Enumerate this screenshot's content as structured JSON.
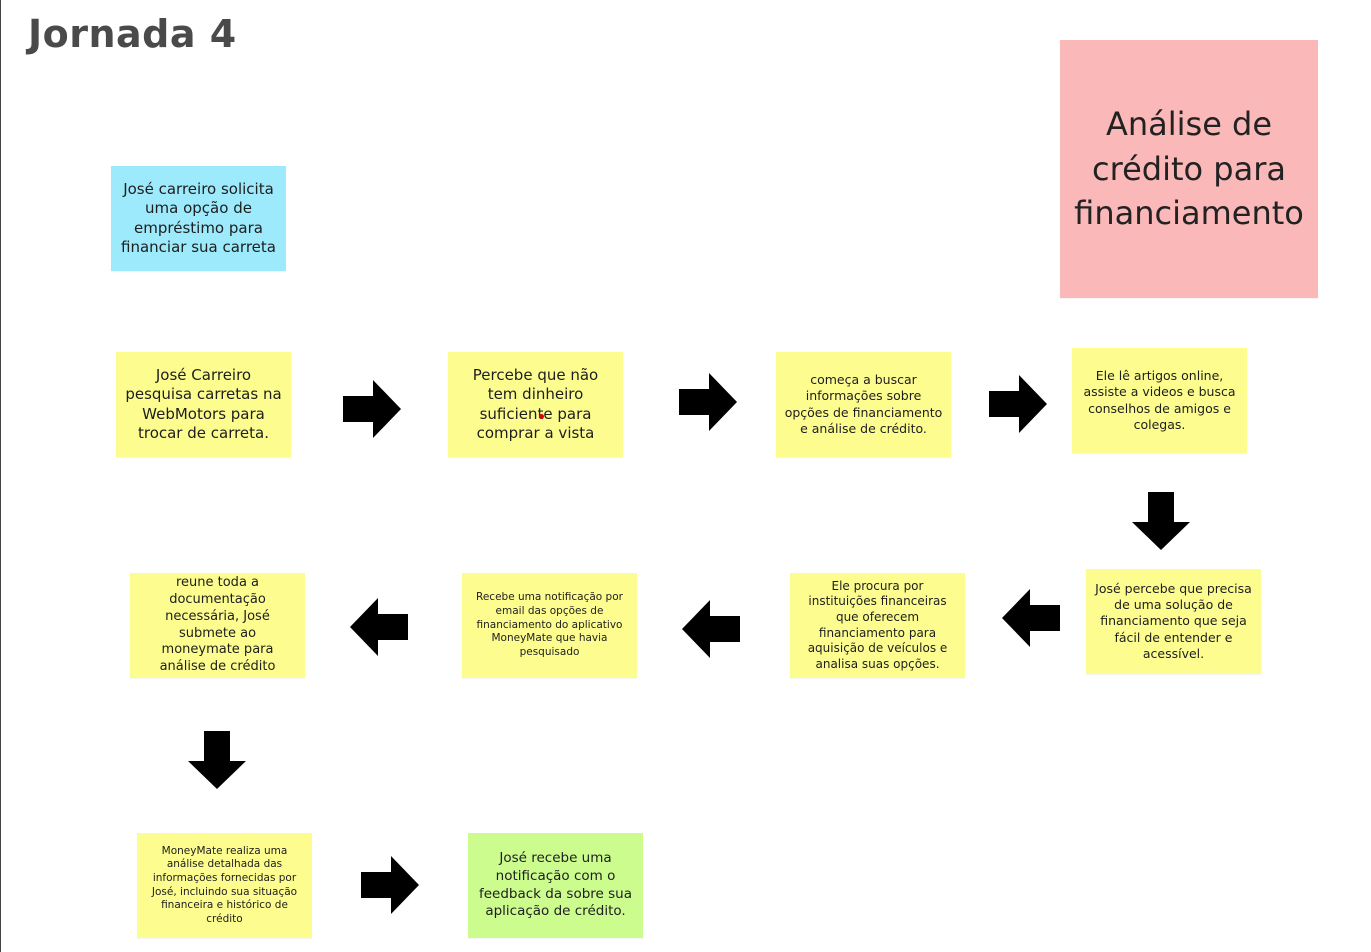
{
  "title": "Jornada 4",
  "colors": {
    "yellow": "#fdfd8f",
    "blue": "#9ceafb",
    "pink": "#fbb8b8",
    "green": "#ccfc8e",
    "arrow": "#000000"
  },
  "header_note": "Análise  de crédito para financiamento",
  "intro_note": "José carreiro solicita uma opção de empréstimo para financiar sua carreta",
  "steps": [
    "José Carreiro pesquisa carretas na WebMotors para trocar de carreta.",
    "Percebe que não tem dinheiro suficiente para comprar a vista",
    "começa a buscar informações sobre opções de financiamento e análise de crédito.",
    "Ele lê artigos online, assiste a videos e busca conselhos de amigos e colegas.",
    "José percebe que precisa de uma solução de financiamento que seja fácil de entender e acessível.",
    "Ele procura por instituições financeiras que oferecem financiamento para aquisição de veículos e analisa suas opções.",
    "Recebe uma notificação por email das opções de financiamento do aplicativo MoneyMate que havia pesquisado",
    "reune toda a documentação necessária, José submete ao moneymate para análise de crédito",
    "MoneyMate realiza uma análise detalhada das informações fornecidas por José, incluindo sua situação financeira e histórico de crédito",
    "José recebe uma notificação com o feedback da sobre sua aplicação de crédito."
  ],
  "arrows": [
    "right",
    "right",
    "right",
    "down",
    "left",
    "left",
    "left",
    "down",
    "right"
  ]
}
